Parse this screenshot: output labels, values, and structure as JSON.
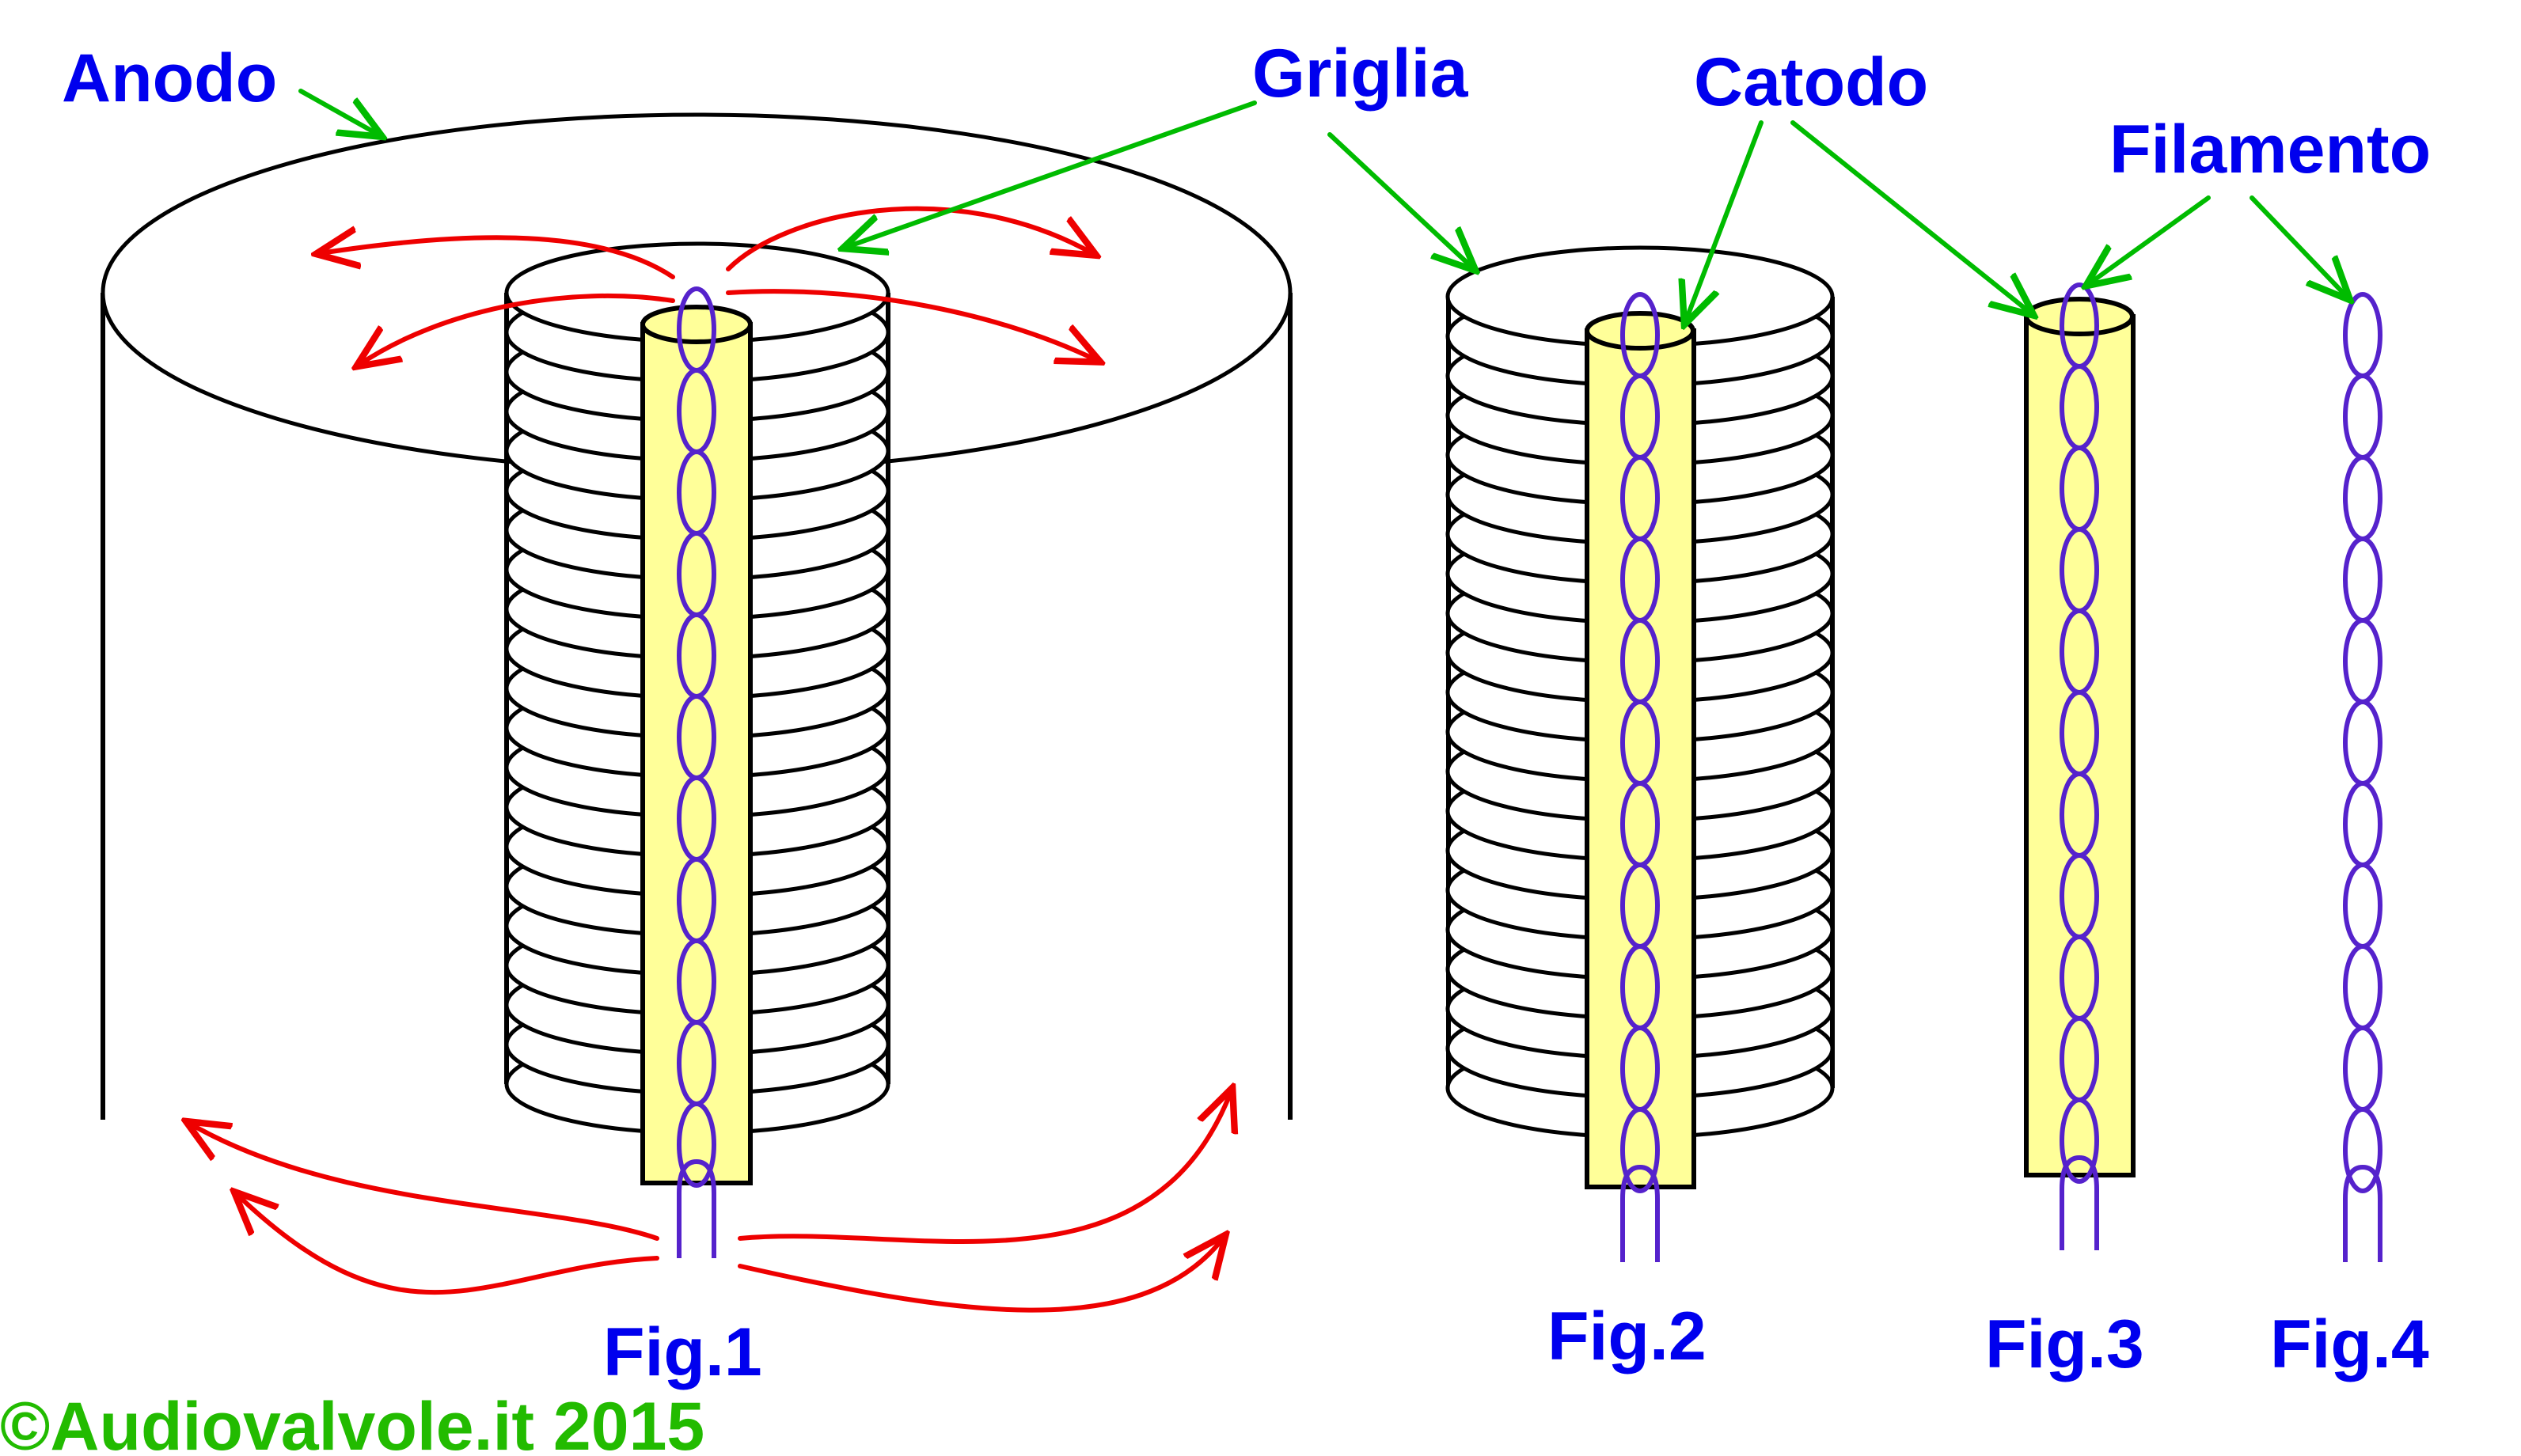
{
  "labels": {
    "anode": "Anodo",
    "grid": "Griglia",
    "cathode": "Catodo",
    "filament": "Filamento"
  },
  "figures": {
    "fig1": "Fig.1",
    "fig2": "Fig.2",
    "fig3": "Fig.3",
    "fig4": "Fig.4"
  },
  "credit": "©Audiovalvole.it 2015",
  "colors": {
    "label_text": "#0000ee",
    "credit_text": "#22bb00",
    "pointer_arrows": "#00bb00",
    "electron_flow_arrows": "#ee0000",
    "filament_wire": "#5522cc",
    "cathode_fill": "#ffff99",
    "outline": "#000000"
  }
}
